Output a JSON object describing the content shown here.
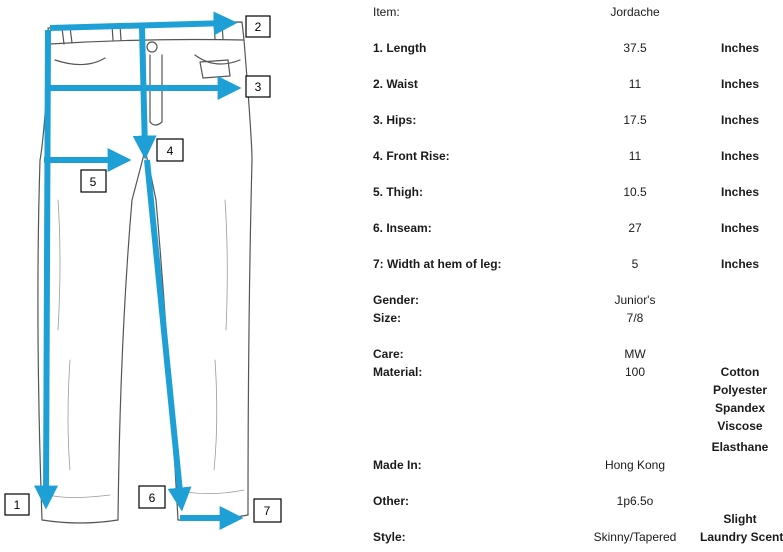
{
  "diagram": {
    "arrow_color": "#1e9fd6",
    "markers": [
      "1",
      "2",
      "3",
      "4",
      "5",
      "6",
      "7"
    ]
  },
  "specs": {
    "item": {
      "label": "Item:",
      "value": "Jordache"
    },
    "length": {
      "label": "1. Length",
      "value": "37.5",
      "unit": "Inches"
    },
    "waist": {
      "label": "2. Waist",
      "value": "11",
      "unit": "Inches"
    },
    "hips": {
      "label": "3. Hips:",
      "value": "17.5",
      "unit": "Inches"
    },
    "front_rise": {
      "label": "4. Front Rise:",
      "value": "11",
      "unit": "Inches"
    },
    "thigh": {
      "label": "5. Thigh:",
      "value": "10.5",
      "unit": "Inches"
    },
    "inseam": {
      "label": "6. Inseam:",
      "value": "27",
      "unit": "Inches"
    },
    "hem_width": {
      "label": "7: Width at hem of leg:",
      "value": "5",
      "unit": "Inches"
    },
    "gender": {
      "label": "Gender:",
      "value": "Junior's"
    },
    "size": {
      "label": "Size:",
      "value": "7/8"
    },
    "care": {
      "label": "Care:",
      "value": "MW"
    },
    "material": {
      "label": "Material:",
      "value": "100",
      "fibers": [
        "Cotton",
        "Polyester",
        "Spandex",
        "Viscose",
        "Elasthane"
      ]
    },
    "made_in": {
      "label": "Made In:",
      "value": "Hong Kong"
    },
    "other": {
      "label": "Other:",
      "value": "1p6.5o",
      "note_line1": "Slight",
      "note_line2": "Laundry Scent"
    },
    "style": {
      "label": "Style:",
      "value": "Skinny/Tapered"
    }
  }
}
